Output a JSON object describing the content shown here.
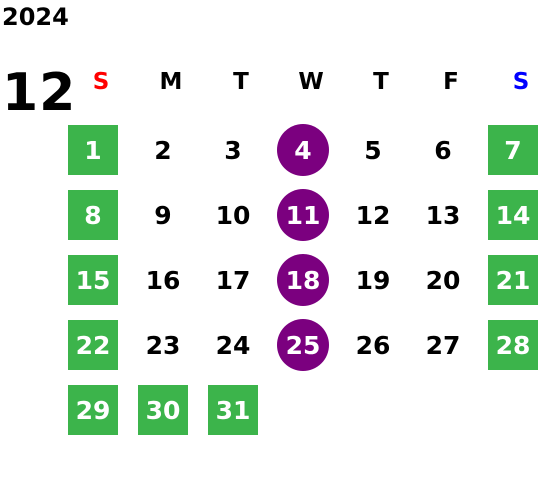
{
  "year": "2024",
  "month": "12",
  "colors": {
    "weekend_box": "#3cb44b",
    "highlight_circle": "#7b007f",
    "sunday_header": "#ff0000",
    "saturday_header": "#0000ff",
    "default_text": "#000000"
  },
  "weekdays": [
    "S",
    "M",
    "T",
    "W",
    "T",
    "F",
    "S"
  ],
  "weeks": [
    [
      "1",
      "2",
      "3",
      "4",
      "5",
      "6",
      "7"
    ],
    [
      "8",
      "9",
      "10",
      "11",
      "12",
      "13",
      "14"
    ],
    [
      "15",
      "16",
      "17",
      "18",
      "19",
      "20",
      "21"
    ],
    [
      "22",
      "23",
      "24",
      "25",
      "26",
      "27",
      "28"
    ],
    [
      "29",
      "30",
      "31",
      "",
      "",
      "",
      ""
    ]
  ],
  "green_days": [
    "1",
    "7",
    "8",
    "14",
    "15",
    "21",
    "22",
    "28",
    "29",
    "30",
    "31"
  ],
  "purple_days": [
    "4",
    "11",
    "18",
    "25"
  ]
}
